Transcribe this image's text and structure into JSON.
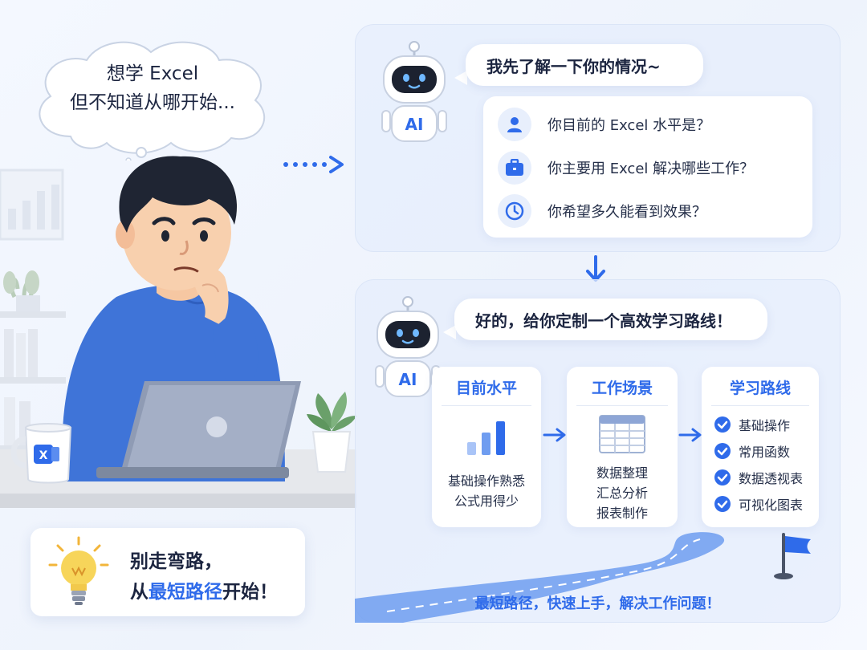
{
  "thought": {
    "line1": "想学 Excel",
    "line2": "但不知道从哪开始..."
  },
  "tip": {
    "line1": "别走弯路，",
    "line2_prefix": "从",
    "line2_highlight": "最短路径",
    "line2_suffix": "开始！"
  },
  "robot_label": "AI",
  "top_panel": {
    "bubble": "我先了解一下你的情况~",
    "questions": [
      {
        "icon": "user-icon",
        "text": "你目前的 Excel 水平是？"
      },
      {
        "icon": "briefcase-icon",
        "text": "你主要用 Excel 解决哪些工作？"
      },
      {
        "icon": "clock-icon",
        "text": "你希望多久能看到效果？"
      }
    ]
  },
  "bottom_panel": {
    "bubble": "好的，给你定制一个高效学习路线！",
    "columns": [
      {
        "title": "目前水平",
        "lines": [
          "基础操作熟悉",
          "公式用得少"
        ]
      },
      {
        "title": "工作场景",
        "lines": [
          "数据整理",
          "汇总分析",
          "报表制作"
        ]
      },
      {
        "title": "学习路线",
        "items": [
          "基础操作",
          "常用函数",
          "数据透视表",
          "可视化图表"
        ]
      }
    ],
    "footer": "最短路径，快速上手，解决工作问题！"
  },
  "mug_logo": "X",
  "colors": {
    "accent": "#2f6bea",
    "shirt": "#3f74d8",
    "background": "#f1f6fe"
  }
}
